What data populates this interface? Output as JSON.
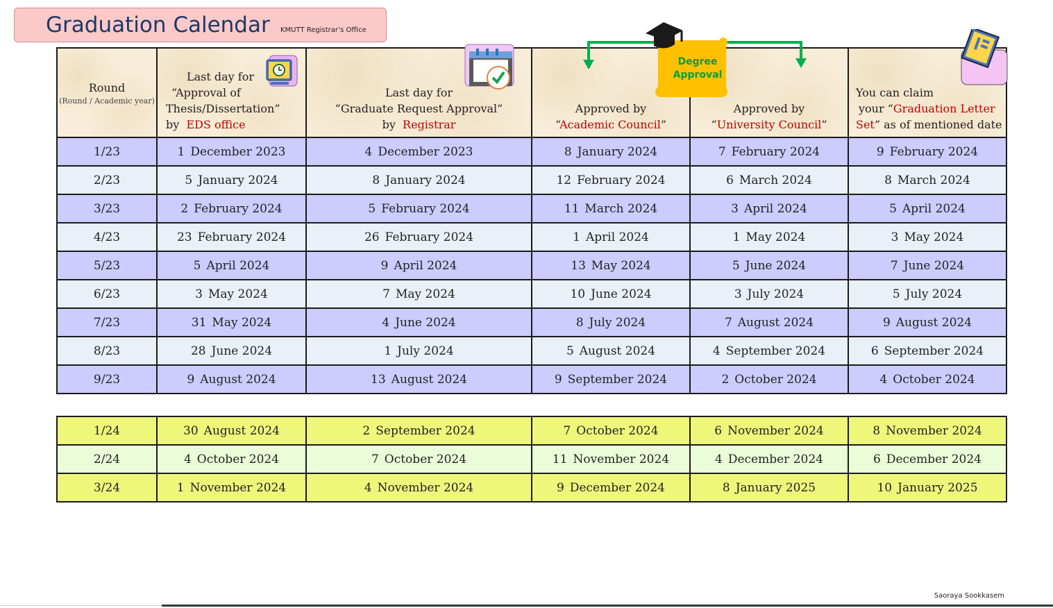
{
  "title": {
    "main": "Graduation Calendar",
    "sub": "KMUTT  Registrar’s Office"
  },
  "header": {
    "round": "Round",
    "round_sub": "(Round / Academic year)",
    "col2_l1": "Last day for",
    "col2_l2": "“Approval of",
    "col2_l3": "Thesis/Dissertation”",
    "col2_by": "by",
    "col2_red": "EDS office",
    "col3_l1": "Last day for",
    "col3_l2": "“Graduate  Request  Approval”",
    "col3_by": "by",
    "col3_red": "Registrar",
    "col4_l1": "Approved by",
    "col4_red": "Academic Council",
    "col5_l1": "Approved by",
    "col5_red": "University   Council",
    "col6_l1": "You can claim",
    "col6_l2a": "your “",
    "col6_red1": "Graduation Letter",
    "col6_red2": "Set",
    "col6_l3": "” as of mentioned date",
    "degree_approval_l1": "Degree",
    "degree_approval_l2": "Approval"
  },
  "rows": [
    [
      "1/23",
      "1",
      "December 2023",
      "4",
      "December 2023",
      "8",
      "January 2024",
      "7",
      "February 2024",
      "9",
      "February 2024"
    ],
    [
      "2/23",
      "5",
      "January 2024",
      "8",
      "January 2024",
      "12",
      "February 2024",
      "6",
      "March 2024",
      "8",
      "March 2024"
    ],
    [
      "3/23",
      "2",
      "February 2024",
      "5",
      "February 2024",
      "11",
      "March 2024",
      "3",
      "April 2024",
      "5",
      "April 2024"
    ],
    [
      "4/23",
      "23",
      "February 2024",
      "26",
      "February 2024",
      "1",
      "April 2024",
      "1",
      "May 2024",
      "3",
      "May 2024"
    ],
    [
      "5/23",
      "5",
      "April 2024",
      "9",
      "April 2024",
      "13",
      "May 2024",
      "5",
      "June 2024",
      "7",
      "June 2024"
    ],
    [
      "6/23",
      "3",
      "May 2024",
      "7",
      "May 2024",
      "10",
      "June 2024",
      "3",
      "July 2024",
      "5",
      "July 2024"
    ],
    [
      "7/23",
      "31",
      "May 2024",
      "4",
      "June 2024",
      "8",
      "July 2024",
      "7",
      "August 2024",
      "9",
      "August 2024"
    ],
    [
      "8/23",
      "28",
      "June 2024",
      "1",
      "July 2024",
      "5",
      "August 2024",
      "4",
      "September 2024",
      "6",
      "September 2024"
    ],
    [
      "9/23",
      "9",
      "August 2024",
      "13",
      "August 2024",
      "9",
      "September 2024",
      "2",
      "October 2024",
      "4",
      "October 2024"
    ]
  ],
  "rows2": [
    [
      "1/24",
      "30",
      "August 2024",
      "2",
      "September 2024",
      "7",
      "October 2024",
      "6",
      "November 2024",
      "8",
      "November 2024"
    ],
    [
      "2/24",
      "4",
      "October 2024",
      "7",
      "October 2024",
      "11",
      "November 2024",
      "4",
      "December 2024",
      "6",
      "December 2024"
    ],
    [
      "3/24",
      "1",
      "November 2024",
      "4",
      "November 2024",
      "9",
      "December 2024",
      "8",
      "January 2025",
      "10",
      "January 2025"
    ]
  ],
  "footer": {
    "author": "Saoraya  Sookkasem"
  },
  "colors": {
    "red_text": "#c00000",
    "arrow_green": "#00b050",
    "scroll_gold": "#ffc000",
    "title_bg": "#fcc9c9"
  },
  "icons": [
    "clock-monitor-icon",
    "calendar-check-icon",
    "graduation-cap-icon",
    "scroll-icon",
    "book-icon"
  ]
}
